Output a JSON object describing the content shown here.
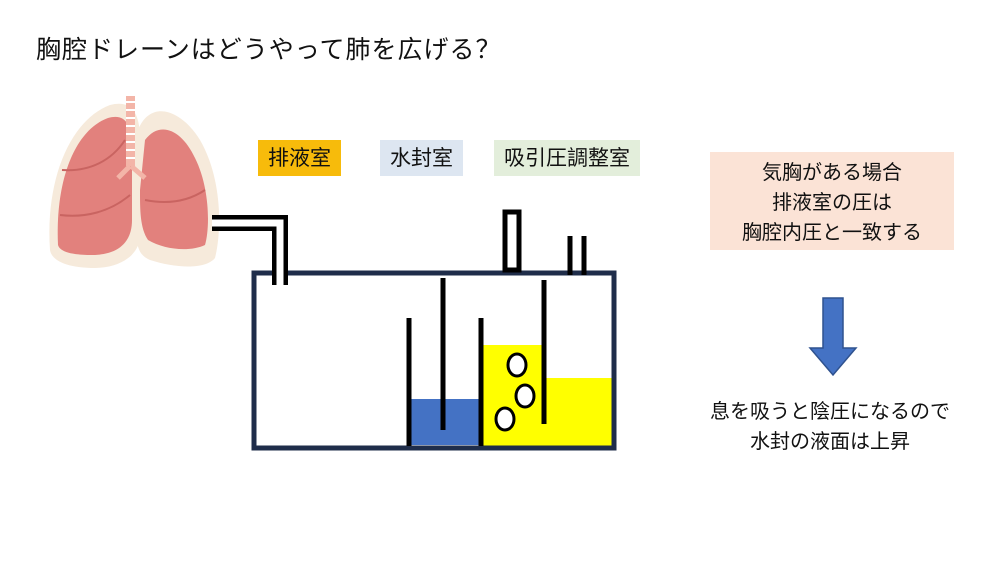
{
  "title": "胸腔ドレーンはどうやって肺を広げる？",
  "chambers": {
    "drain": "排液室",
    "water_seal": "水封室",
    "suction": "吸引圧調整室"
  },
  "note": {
    "line1": "気胸がある場合",
    "line2": "排液室の圧は",
    "line3": "胸腔内圧と一致する"
  },
  "caption": {
    "line1": "息を吸うと陰圧になるので",
    "line2": "水封の液面は上昇"
  },
  "colors": {
    "drain_label": "#f7bb0b",
    "seal_label": "#dde6f1",
    "suction_label": "#e3eedb",
    "note_box": "#fbe3d6",
    "water": "#4472c4",
    "suction_water": "#ffff00",
    "frame": "#1f2d4a",
    "arrow": "#4472c4",
    "lung": "#e2817d"
  }
}
